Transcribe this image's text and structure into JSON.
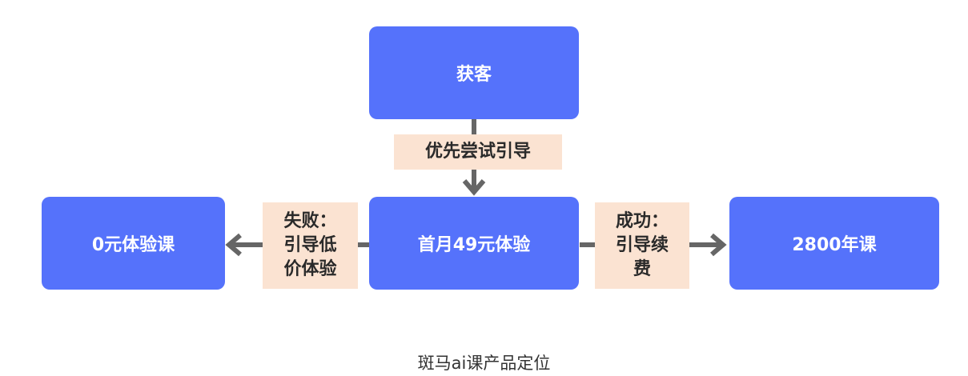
{
  "nodes": {
    "acquire": "获客",
    "trial": "首月49元体验",
    "free": "0元体验课",
    "annual": "2800年课"
  },
  "edge_labels": {
    "trial_guide": "优先尝试引导",
    "fail": "失败：\n引导低\n价体验",
    "success": "成功：\n引导续\n费"
  },
  "caption": "斑马ai课产品定位",
  "colors": {
    "node_fill": "#5572fb",
    "label_fill": "#fbe3d2",
    "arrow": "#666666"
  }
}
